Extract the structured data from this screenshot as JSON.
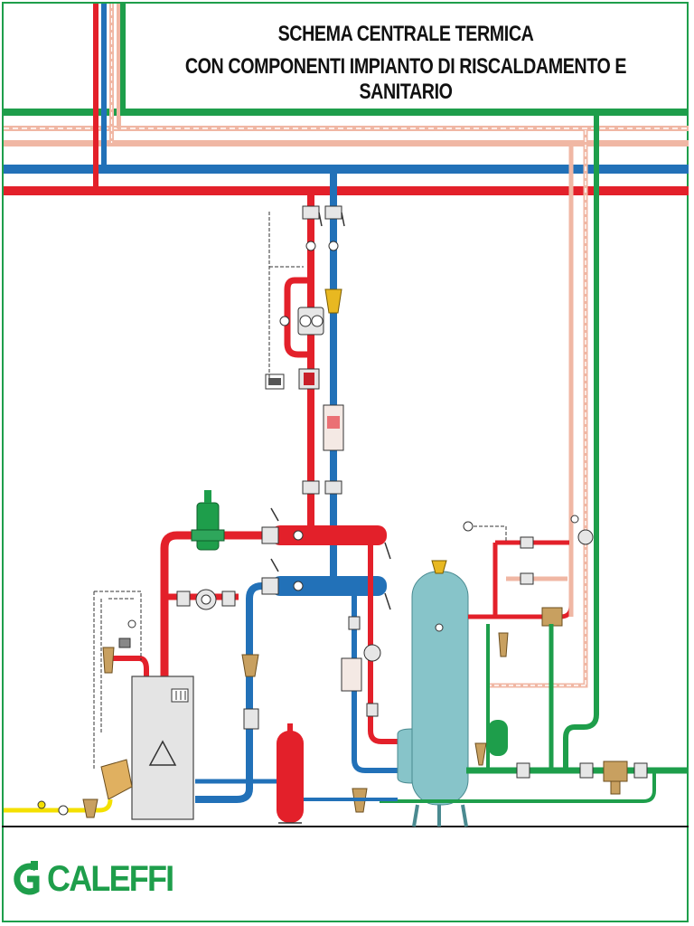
{
  "title": {
    "line1": "SCHEMA CENTRALE TERMICA",
    "line2": "CON COMPONENTI IMPIANTO DI RISCALDAMENTO E SANITARIO"
  },
  "logo": {
    "brand": "CALEFFI",
    "mark_icon": "caleffi-g-mark-icon"
  },
  "colors": {
    "supply_red": "#e3202a",
    "return_blue": "#2271b8",
    "green": "#1e9e4b",
    "pink": "#f0b7a4",
    "gas_yellow": "#f4e000",
    "tank_teal": "#87c4c9",
    "boiler_grey": "#e4e4e4",
    "brass": "#c8a060",
    "frame": "#1e9e4b"
  }
}
